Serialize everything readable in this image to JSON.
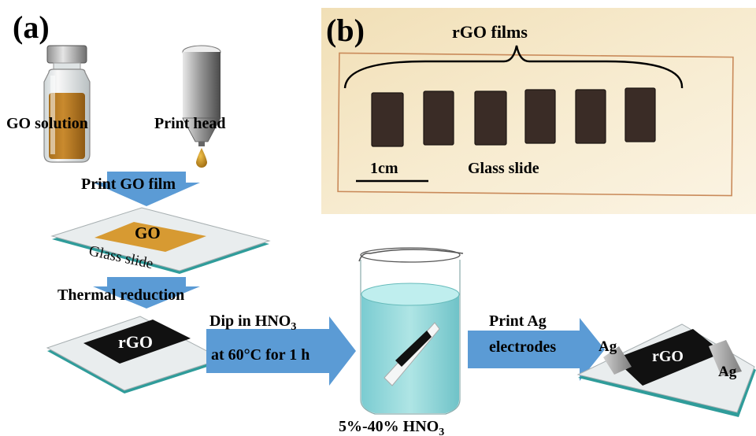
{
  "panel_a": {
    "label": "(a)",
    "go_solution": "GO solution",
    "print_head": "Print head",
    "step1": "Print GO film",
    "go_film": "GO",
    "glass_slide": "Glass slide",
    "step2": "Thermal reduction",
    "rgo_film": "rGO",
    "dip_line1": "Dip in HNO",
    "dip_sub": "3",
    "dip_line2": "at 60°C for 1 h",
    "beaker_label": "5%-40% HNO",
    "beaker_sub": "3",
    "print_ag_line1": "Print Ag",
    "print_ag_line2": "electrodes",
    "ag_left": "Ag",
    "ag_right": "Ag",
    "final_rgo": "rGO"
  },
  "panel_b": {
    "label": "(b)",
    "title": "rGO films",
    "scale": "1cm",
    "slide_label": "Glass slide"
  },
  "colors": {
    "arrow": "#5b9bd5",
    "go_film": "#d79a32",
    "rgo_film": "#111111",
    "liquid": "#7fd3d6",
    "photo_bg": "#f4e6c3"
  }
}
